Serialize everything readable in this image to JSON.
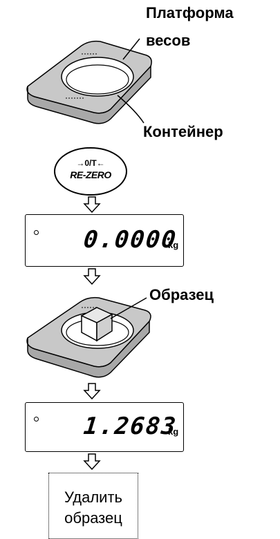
{
  "labels": {
    "platform_line1": "Платформа",
    "platform_line2": "весов",
    "container": "Контейнер",
    "sample": "Образец"
  },
  "rezero_key": {
    "symbol": "→0/T←",
    "label": "RE-ZERO"
  },
  "display1": {
    "value": "0.0000",
    "unit": "kg"
  },
  "display2": {
    "value": "1.2683",
    "unit": "kg"
  },
  "remove_box": {
    "line1": "Удалить",
    "line2": "образец"
  }
}
